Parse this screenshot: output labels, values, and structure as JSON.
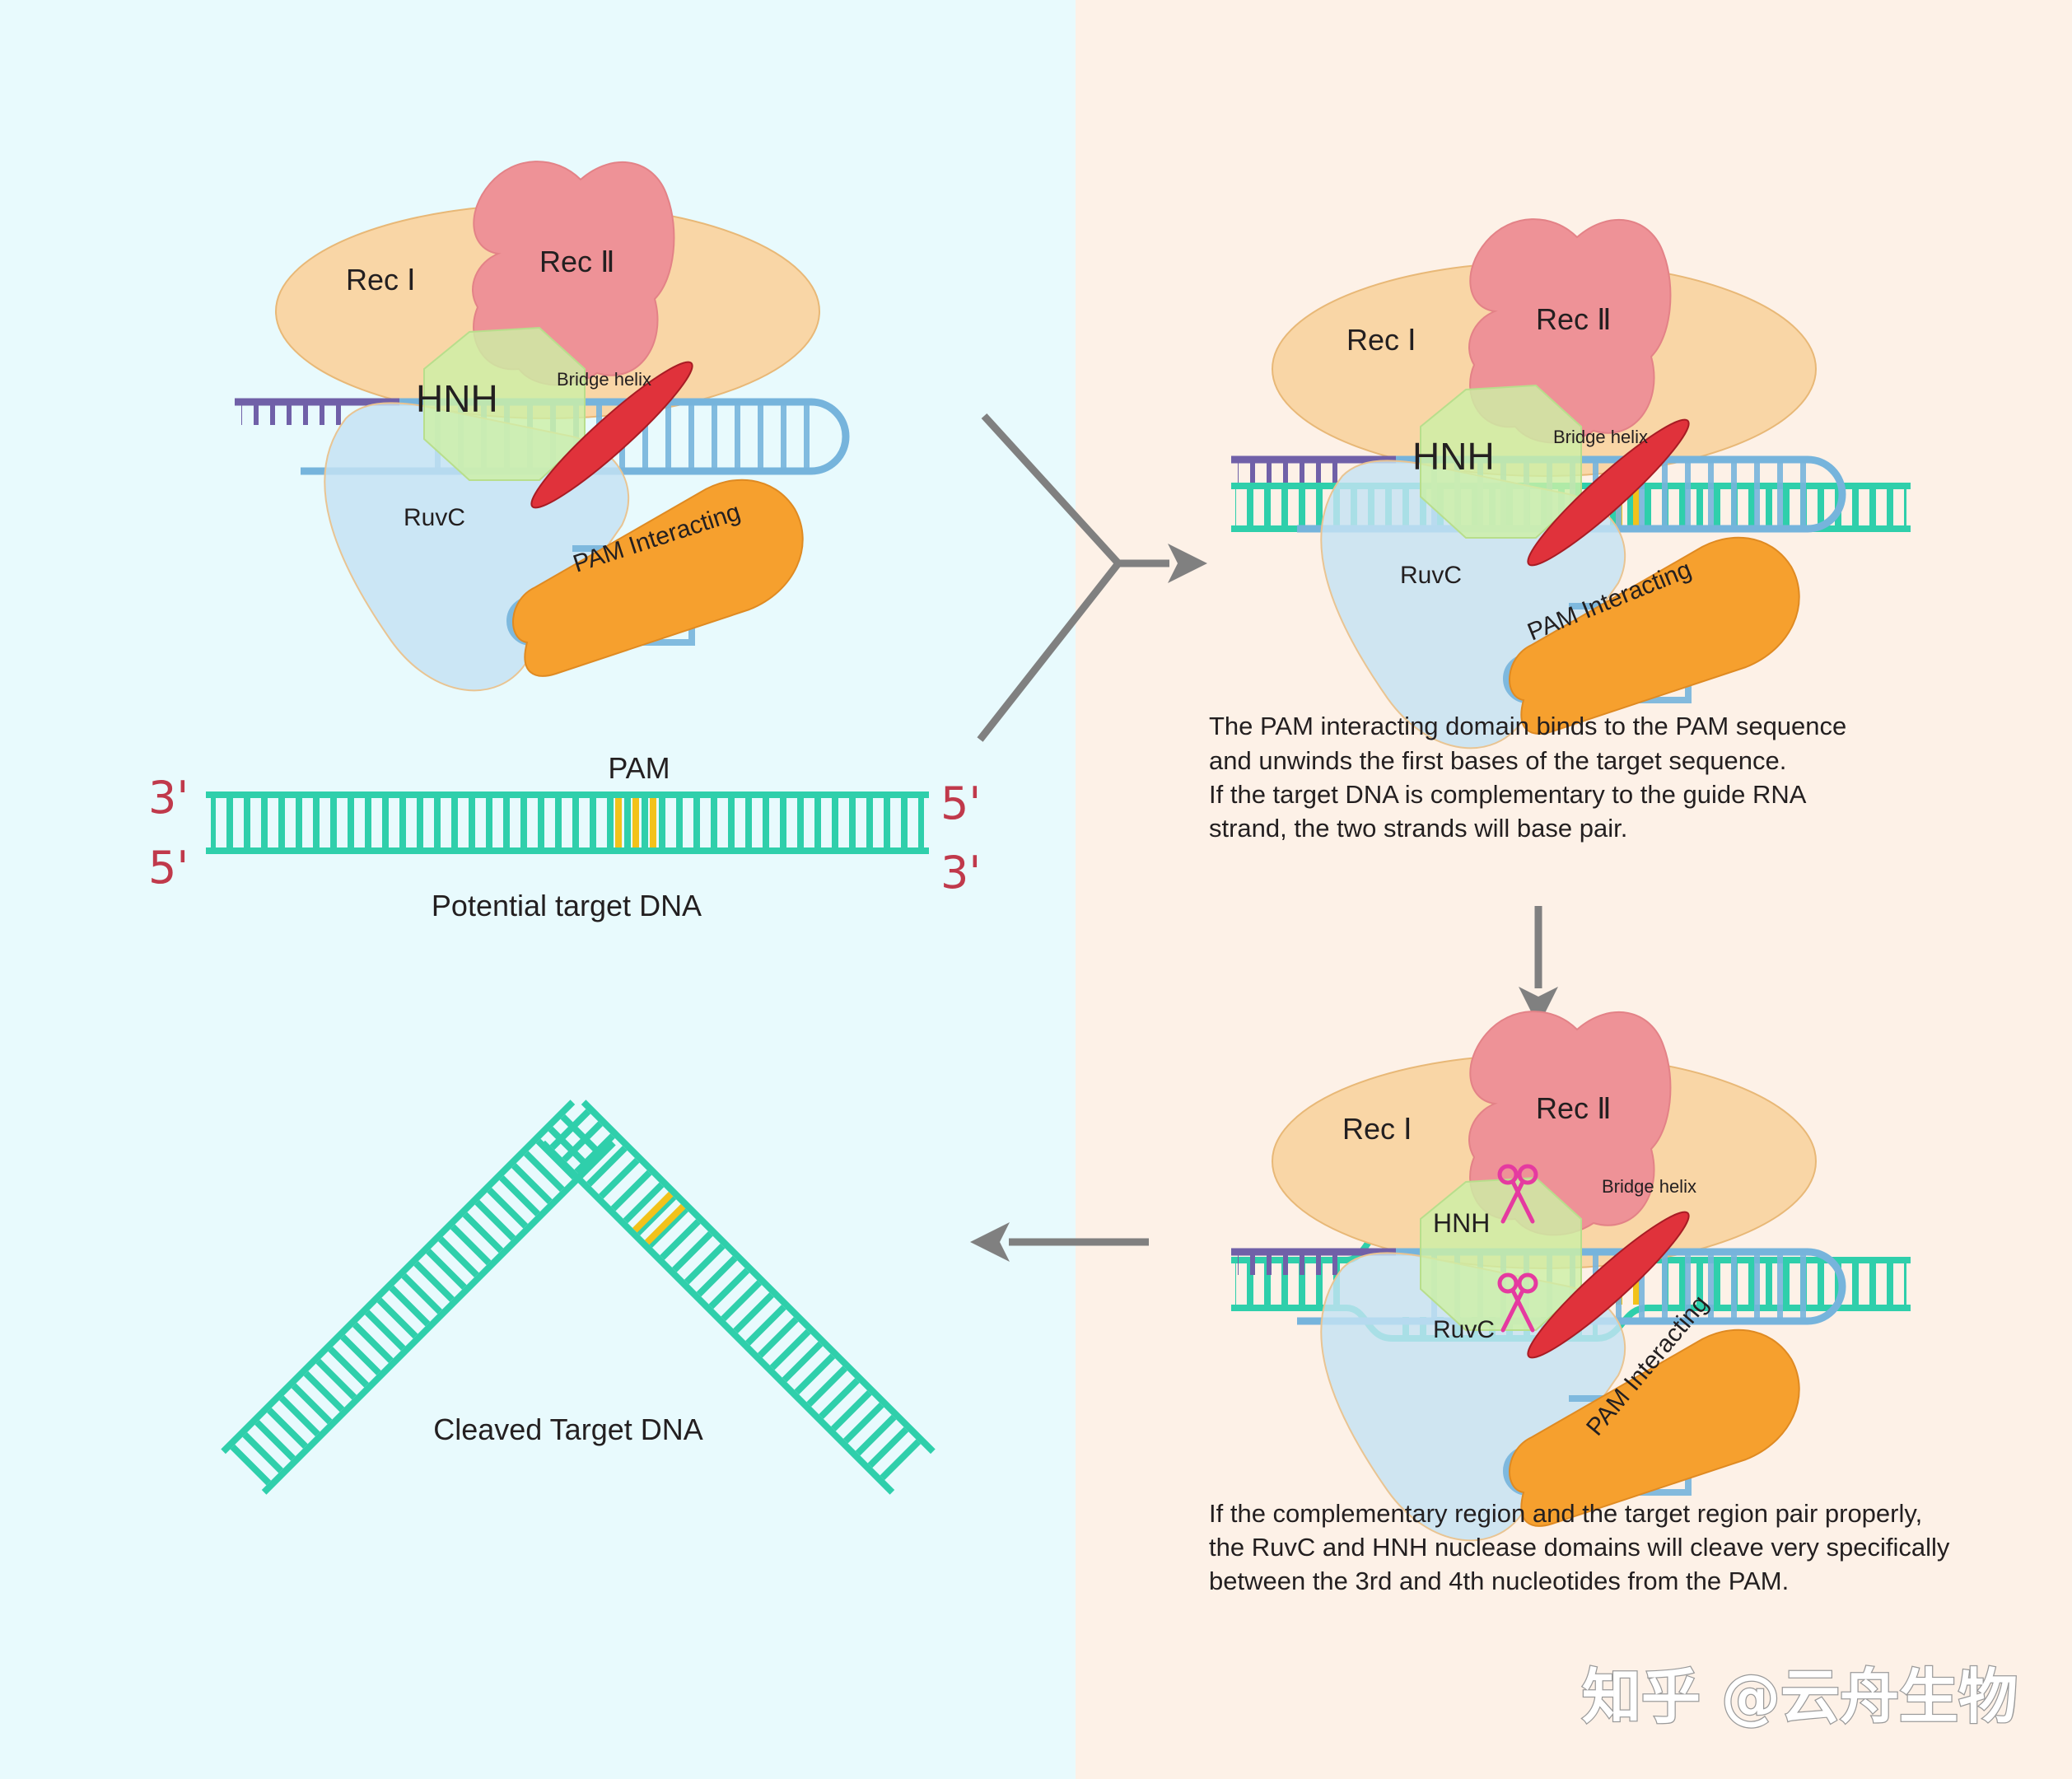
{
  "labels": {
    "rec1": "Rec Ⅰ",
    "rec2": "Rec Ⅱ",
    "hnh": "HNH",
    "ruvc": "RuvC",
    "bridge": "Bridge helix",
    "pam_interacting": "PAM Interacting",
    "pam": "PAM",
    "prime3": "3'",
    "prime5": "5'",
    "potential": "Potential target DNA",
    "cleaved": "Cleaved Target DNA"
  },
  "descriptions": {
    "step2": [
      "The PAM interacting domain binds to the PAM sequence",
      "and unwinds the first bases of the target sequence.",
      "If the target DNA is complementary to the guide RNA",
      "strand, the two strands will base pair."
    ],
    "step3": [
      "If the complementary region and the target region pair properly,",
      "the RuvC and HNH nuclease domains will cleave very specifically",
      "between the 3rd and 4th nucleotides from the PAM."
    ]
  },
  "watermark": "知乎 @云舟生物",
  "colors": {
    "left_bg": "#e8fafd",
    "right_bg": "#fdf1e7",
    "dna": "#2fcfab",
    "pam_bases": "#f2c21a",
    "guide_rna": "#76b4dc",
    "rna_tail": "#7060a8",
    "rec1": "#f9d6a6",
    "rec2": "#ee9297",
    "hnh": "#cdefa6",
    "ruvc": "#c4e2f3",
    "bridge_helix": "#e0323b",
    "pam_interacting": "#f6a02e",
    "scissors": "#e53aa0",
    "arrow": "#808080",
    "prime_label": "#c0394b"
  },
  "icons": [
    "scissors-icon",
    "arrow-icon"
  ]
}
